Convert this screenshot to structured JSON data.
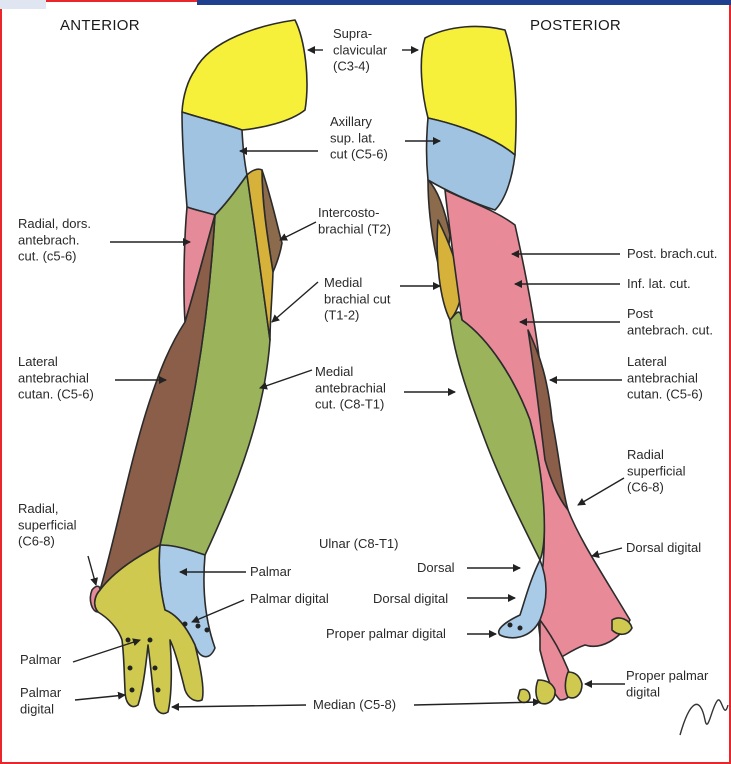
{
  "colors": {
    "frame": "#e8262b",
    "top_bar": "#1f3f8f",
    "supraclavicular": "#f6f03a",
    "axillary": "#9fc3e1",
    "intercostobrachial": "#8c6a4c",
    "medial_brachial": "#d7b23b",
    "radial_dorsal": "#e58a98",
    "lateral_antebrachial": "#8b5e4a",
    "medial_antebrachial": "#9bb35a",
    "ulnar": "#a9cbe8",
    "median": "#cfca4f",
    "posterior_pink": "#e88a98"
  },
  "headers": {
    "anterior": "ANTERIOR",
    "posterior": "POSTERIOR"
  },
  "labels": {
    "supraclavicular": [
      "Supra-",
      "clavicular",
      "(C3-4)"
    ],
    "axillary": [
      "Axillary",
      "sup. lat.",
      "cut (C5-6)"
    ],
    "intercostobrachial": [
      "Intercosto-",
      "brachial (T2)"
    ],
    "medial_brachial": [
      "Medial",
      "brachial cut",
      "(T1-2)"
    ],
    "medial_antebrachial": [
      "Medial",
      "antebrachial",
      "cut. (C8-T1)"
    ],
    "radial_dors": [
      "Radial, dors.",
      "antebrach.",
      "cut. (c5-6)"
    ],
    "lateral_antebrachial_left": [
      "Lateral",
      "antebrachial",
      "cutan. (C5-6)"
    ],
    "radial_superficial_left": [
      "Radial,",
      "superficial",
      "(C6-8)"
    ],
    "palmar_left": [
      "Palmar"
    ],
    "palmar_digital_left": [
      "Palmar",
      "digital"
    ],
    "post_brach": [
      "Post. brach.cut."
    ],
    "inf_lat": [
      "Inf. lat. cut."
    ],
    "post_antebrach": [
      "Post",
      "antebrach. cut."
    ],
    "lateral_antebrachial_right": [
      "Lateral",
      "antebrachial",
      "cutan. (C5-6)"
    ],
    "radial_superficial_right": [
      "Radial",
      "superficial",
      "(C6-8)"
    ],
    "dorsal_digital_right": [
      "Dorsal digital"
    ],
    "ulnar": [
      "Ulnar (C8-T1)"
    ],
    "palmar_mid": [
      "Palmar"
    ],
    "palmar_digital_mid": [
      "Palmar digital"
    ],
    "dorsal_mid": [
      "Dorsal"
    ],
    "dorsal_digital_mid": [
      "Dorsal digital"
    ],
    "proper_palmar_mid": [
      "Proper palmar digital"
    ],
    "median": [
      "Median (C5-8)"
    ],
    "proper_palmar_right": [
      "Proper palmar",
      "digital"
    ]
  }
}
